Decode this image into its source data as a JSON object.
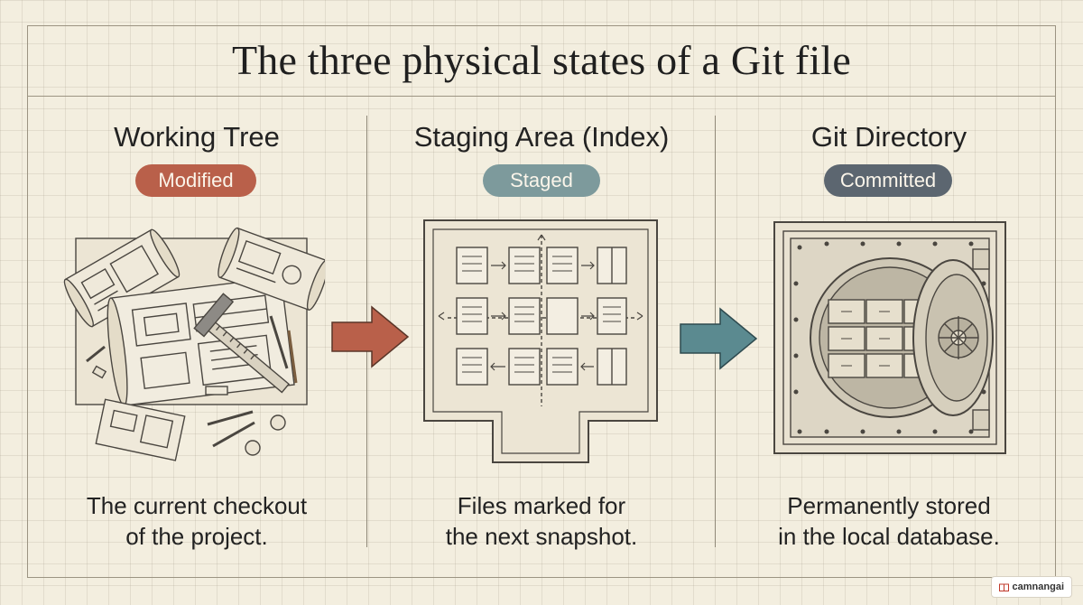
{
  "title": "The three physical states of a Git file",
  "columns": [
    {
      "title": "Working Tree",
      "badge": "Modified",
      "badge_color": "#b9604a",
      "caption_lines": [
        "The current checkout",
        "of the project."
      ],
      "illustration": "scattered-blueprints-icon"
    },
    {
      "title": "Staging Area (Index)",
      "badge": "Staged",
      "badge_color": "#7d9a9c",
      "caption_lines": [
        "Files marked for",
        "the next snapshot."
      ],
      "illustration": "staging-grid-icon"
    },
    {
      "title": "Git Directory",
      "badge": "Committed",
      "badge_color": "#5c6670",
      "caption_lines": [
        "Permanently stored",
        "in the local database."
      ],
      "illustration": "vault-icon"
    }
  ],
  "arrows": [
    {
      "color": "#b9604a"
    },
    {
      "color": "#5b8a90"
    }
  ],
  "watermark": "camnangai"
}
